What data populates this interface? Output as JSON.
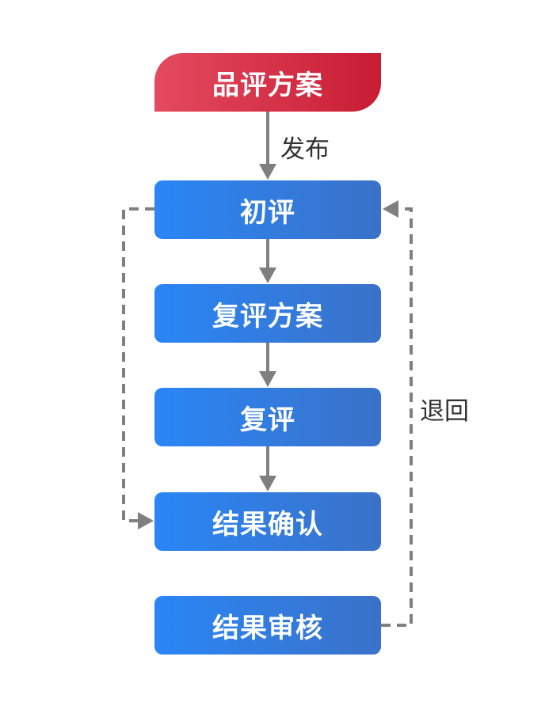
{
  "diagram": {
    "start_node": {
      "label": "品评方案"
    },
    "steps": [
      {
        "label": "初评"
      },
      {
        "label": "复评方案"
      },
      {
        "label": "复评"
      },
      {
        "label": "结果确认"
      },
      {
        "label": "结果审核"
      }
    ],
    "edge_labels": {
      "publish": "发布",
      "return": "退回"
    },
    "colors": {
      "start_node": "#d62f47",
      "step_node": "#2f7fe6",
      "connector": "#7f7f7f",
      "label_text": "#333333"
    }
  }
}
